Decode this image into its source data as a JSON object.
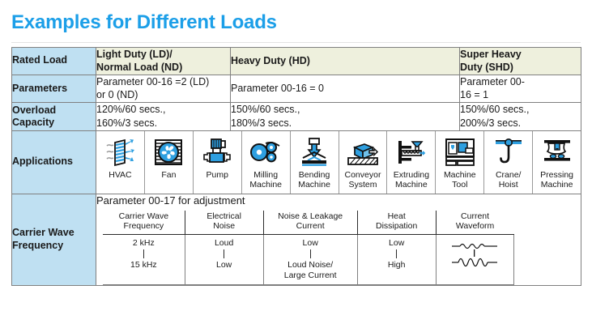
{
  "page": {
    "title": "Examples for Different Loads"
  },
  "table": {
    "row_labels": {
      "rated_load": "Rated Load",
      "parameters": "Parameters",
      "overload_capacity": "Overload\nCapacity",
      "applications": "Applications",
      "carrier_wave_frequency": "Carrier Wave\nFrequency"
    },
    "columns": [
      {
        "header": "Light Duty (LD)/\nNormal Load (ND)",
        "parameters": "Parameter 00-16 =2 (LD)\nor 0 (ND)",
        "overload": "120%/60 secs.,\n160%/3 secs."
      },
      {
        "header": "Heavy Duty (HD)",
        "parameters": "Parameter 00-16 = 0",
        "overload": "150%/60 secs.,\n180%/3 secs."
      },
      {
        "header": "Super Heavy\nDuty (SHD)",
        "parameters": "Parameter 00-\n16 = 1",
        "overload": "150%/60 secs.,\n200%/3 secs."
      }
    ],
    "column_text": {
      "ld_header_l1": "Light Duty (LD)/",
      "ld_header_l2": "Normal Load (ND)",
      "hd_header": "Heavy Duty (HD)",
      "shd_header_l1": "Super Heavy",
      "shd_header_l2": "Duty (SHD)",
      "ld_param_l1": "Parameter 00-16 =2 (LD)",
      "ld_param_l2": "or 0 (ND)",
      "hd_param": "Parameter 00-16 = 0",
      "shd_param_l1": "Parameter 00-",
      "shd_param_l2": "16 = 1",
      "ld_over_l1": "120%/60 secs.,",
      "ld_over_l2": "160%/3 secs.",
      "hd_over_l1": "150%/60 secs.,",
      "hd_over_l2": "180%/3 secs.",
      "shd_over_l1": "150%/60 secs.,",
      "shd_over_l2": "200%/3 secs."
    },
    "label_lines": {
      "overload_l1": "Overload",
      "overload_l2": "Capacity",
      "carrier_l1": "Carrier Wave",
      "carrier_l2": "Frequency"
    },
    "applications": [
      {
        "icon": "hvac-icon",
        "label_l1": "HVAC",
        "label_l2": ""
      },
      {
        "icon": "fan-icon",
        "label_l1": "Fan",
        "label_l2": ""
      },
      {
        "icon": "pump-icon",
        "label_l1": "Pump",
        "label_l2": ""
      },
      {
        "icon": "milling-machine-icon",
        "label_l1": "Milling",
        "label_l2": "Machine"
      },
      {
        "icon": "bending-machine-icon",
        "label_l1": "Bending",
        "label_l2": "Machine"
      },
      {
        "icon": "conveyor-system-icon",
        "label_l1": "Conveyor",
        "label_l2": "System"
      },
      {
        "icon": "extruding-machine-icon",
        "label_l1": "Extruding",
        "label_l2": "Machine"
      },
      {
        "icon": "machine-tool-icon",
        "label_l1": "Machine",
        "label_l2": "Tool"
      },
      {
        "icon": "crane-hoist-icon",
        "label_l1": "Crane/",
        "label_l2": "Hoist"
      },
      {
        "icon": "pressing-machine-icon",
        "label_l1": "Pressing",
        "label_l2": "Machine"
      }
    ],
    "carrier_wave": {
      "heading": "Parameter 00-17 for adjustment",
      "columns": [
        {
          "header_l1": "Carrier Wave",
          "header_l2": "Frequency",
          "top": "2 kHz",
          "bottom_l1": "15 kHz",
          "bottom_l2": ""
        },
        {
          "header_l1": "Electrical",
          "header_l2": "Noise",
          "top": "Loud",
          "bottom_l1": "Low",
          "bottom_l2": ""
        },
        {
          "header_l1": "Noise & Leakage",
          "header_l2": "Current",
          "top": "Low",
          "bottom_l1": "Loud Noise/",
          "bottom_l2": "Large Current"
        },
        {
          "header_l1": "Heat",
          "header_l2": "Dissipation",
          "top": "Low",
          "bottom_l1": "High",
          "bottom_l2": ""
        },
        {
          "header_l1": "Current",
          "header_l2": "Waveform",
          "top": "",
          "bottom_l1": "",
          "bottom_l2": ""
        }
      ]
    }
  },
  "colors": {
    "title_blue": "#1c9fe8",
    "label_cell_blue": "#bfe0f2",
    "header_cell_cream": "#eef0dd",
    "icon_blue": "#2e9fe0",
    "border_gray": "#808080"
  }
}
